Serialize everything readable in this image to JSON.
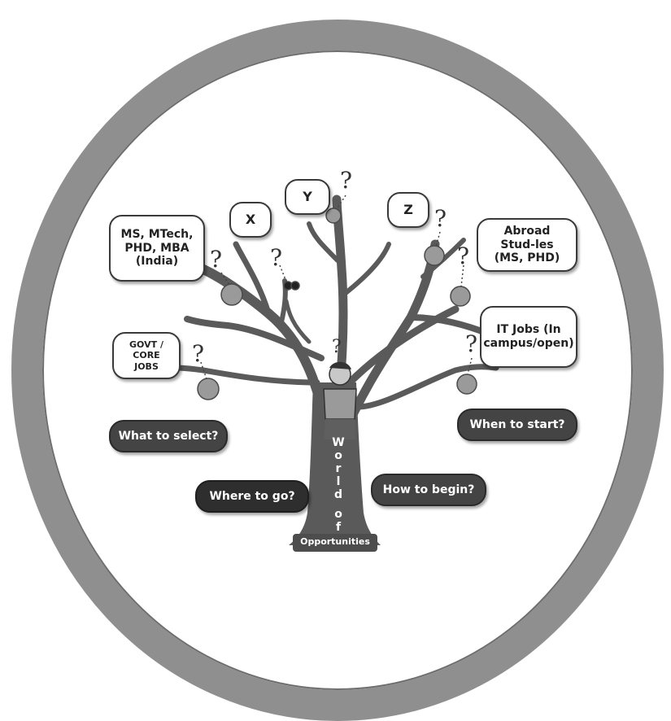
{
  "bubbles": {
    "x": "X",
    "y": "Y",
    "z": "Z",
    "ms_india": "MS, MTech, PHD, MBA (India)",
    "abroad": "Abroad Stud-les (MS, PHD)",
    "govt": "GOVT / CORE JOBS",
    "it_jobs": "IT Jobs (In campus/open)",
    "what_select": "What to select?",
    "when_start": "When to start?",
    "where_go": "Where to go?",
    "how_begin": "How to begin?"
  },
  "question_mark": "?",
  "trunk": {
    "letters": [
      "W",
      "o",
      "r",
      "l",
      "d",
      "o",
      "f"
    ],
    "base": "Opportunities"
  },
  "colors": {
    "ring": "#8f8f8f",
    "tree": "#5a5a5a",
    "fruit": "#9a9a9a",
    "dark_bubble": "#444444"
  }
}
